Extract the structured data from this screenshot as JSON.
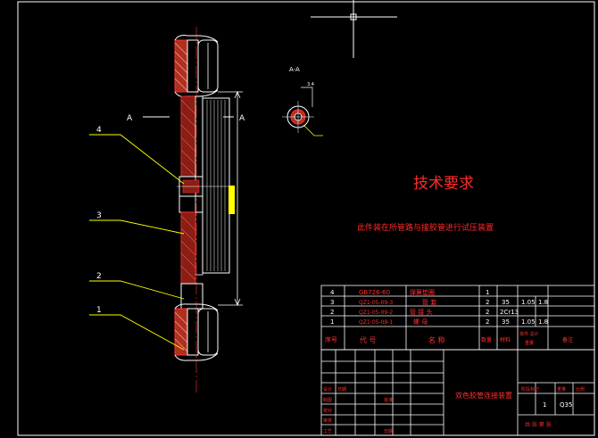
{
  "section_view_label": "A-A",
  "section_marks": [
    "A",
    "A"
  ],
  "dimension_text": "3.4",
  "part_callouts": [
    "4",
    "3",
    "2",
    "1"
  ],
  "tech_requirements": {
    "title": "技术要求",
    "note": "此件装在所管路与接胶管进行试压装置"
  },
  "bom": {
    "rows": [
      {
        "no": "4",
        "code": "GB726-60",
        "name": "弹簧垫圈",
        "qty": "1",
        "mat": "",
        "unit": "",
        "total": ""
      },
      {
        "no": "3",
        "code": "QZ1-05-09-3",
        "name": "管 套",
        "qty": "2",
        "mat": "35",
        "unit": "1.05",
        "total": "1.8"
      },
      {
        "no": "2",
        "code": "QZ1-05-09-2",
        "name": "管 接 头",
        "qty": "2",
        "mat": "2Cr13",
        "unit": "",
        "total": ""
      },
      {
        "no": "1",
        "code": "QZ1-05-09-1",
        "name": "螺 母",
        "qty": "2",
        "mat": "35",
        "unit": "1.05",
        "total": "1.8"
      }
    ],
    "header": {
      "no": "序号",
      "code": "代    号",
      "name": "名    称",
      "qty": "数量",
      "mat": "材料",
      "weight": "单件 总计",
      "weight2": "重量",
      "remark": "备注"
    }
  },
  "title_block": {
    "drawing_title": "双色胶管连接装置",
    "labels_left": [
      "设计",
      "制图",
      "校对",
      "审核",
      "工艺",
      "日期"
    ],
    "labels_mid": [
      "批准"
    ],
    "labels_right": [
      "阶段标记",
      "重量",
      "比例"
    ],
    "scale": "1",
    "material": "Q35",
    "sheet": "共  张  第  张"
  },
  "colors": {
    "background": "#000000",
    "line": "#ffffff",
    "red": "#ff2a2a",
    "yellow": "#ffff00",
    "cyan": "#00ffff",
    "frame": "#ffffff"
  }
}
